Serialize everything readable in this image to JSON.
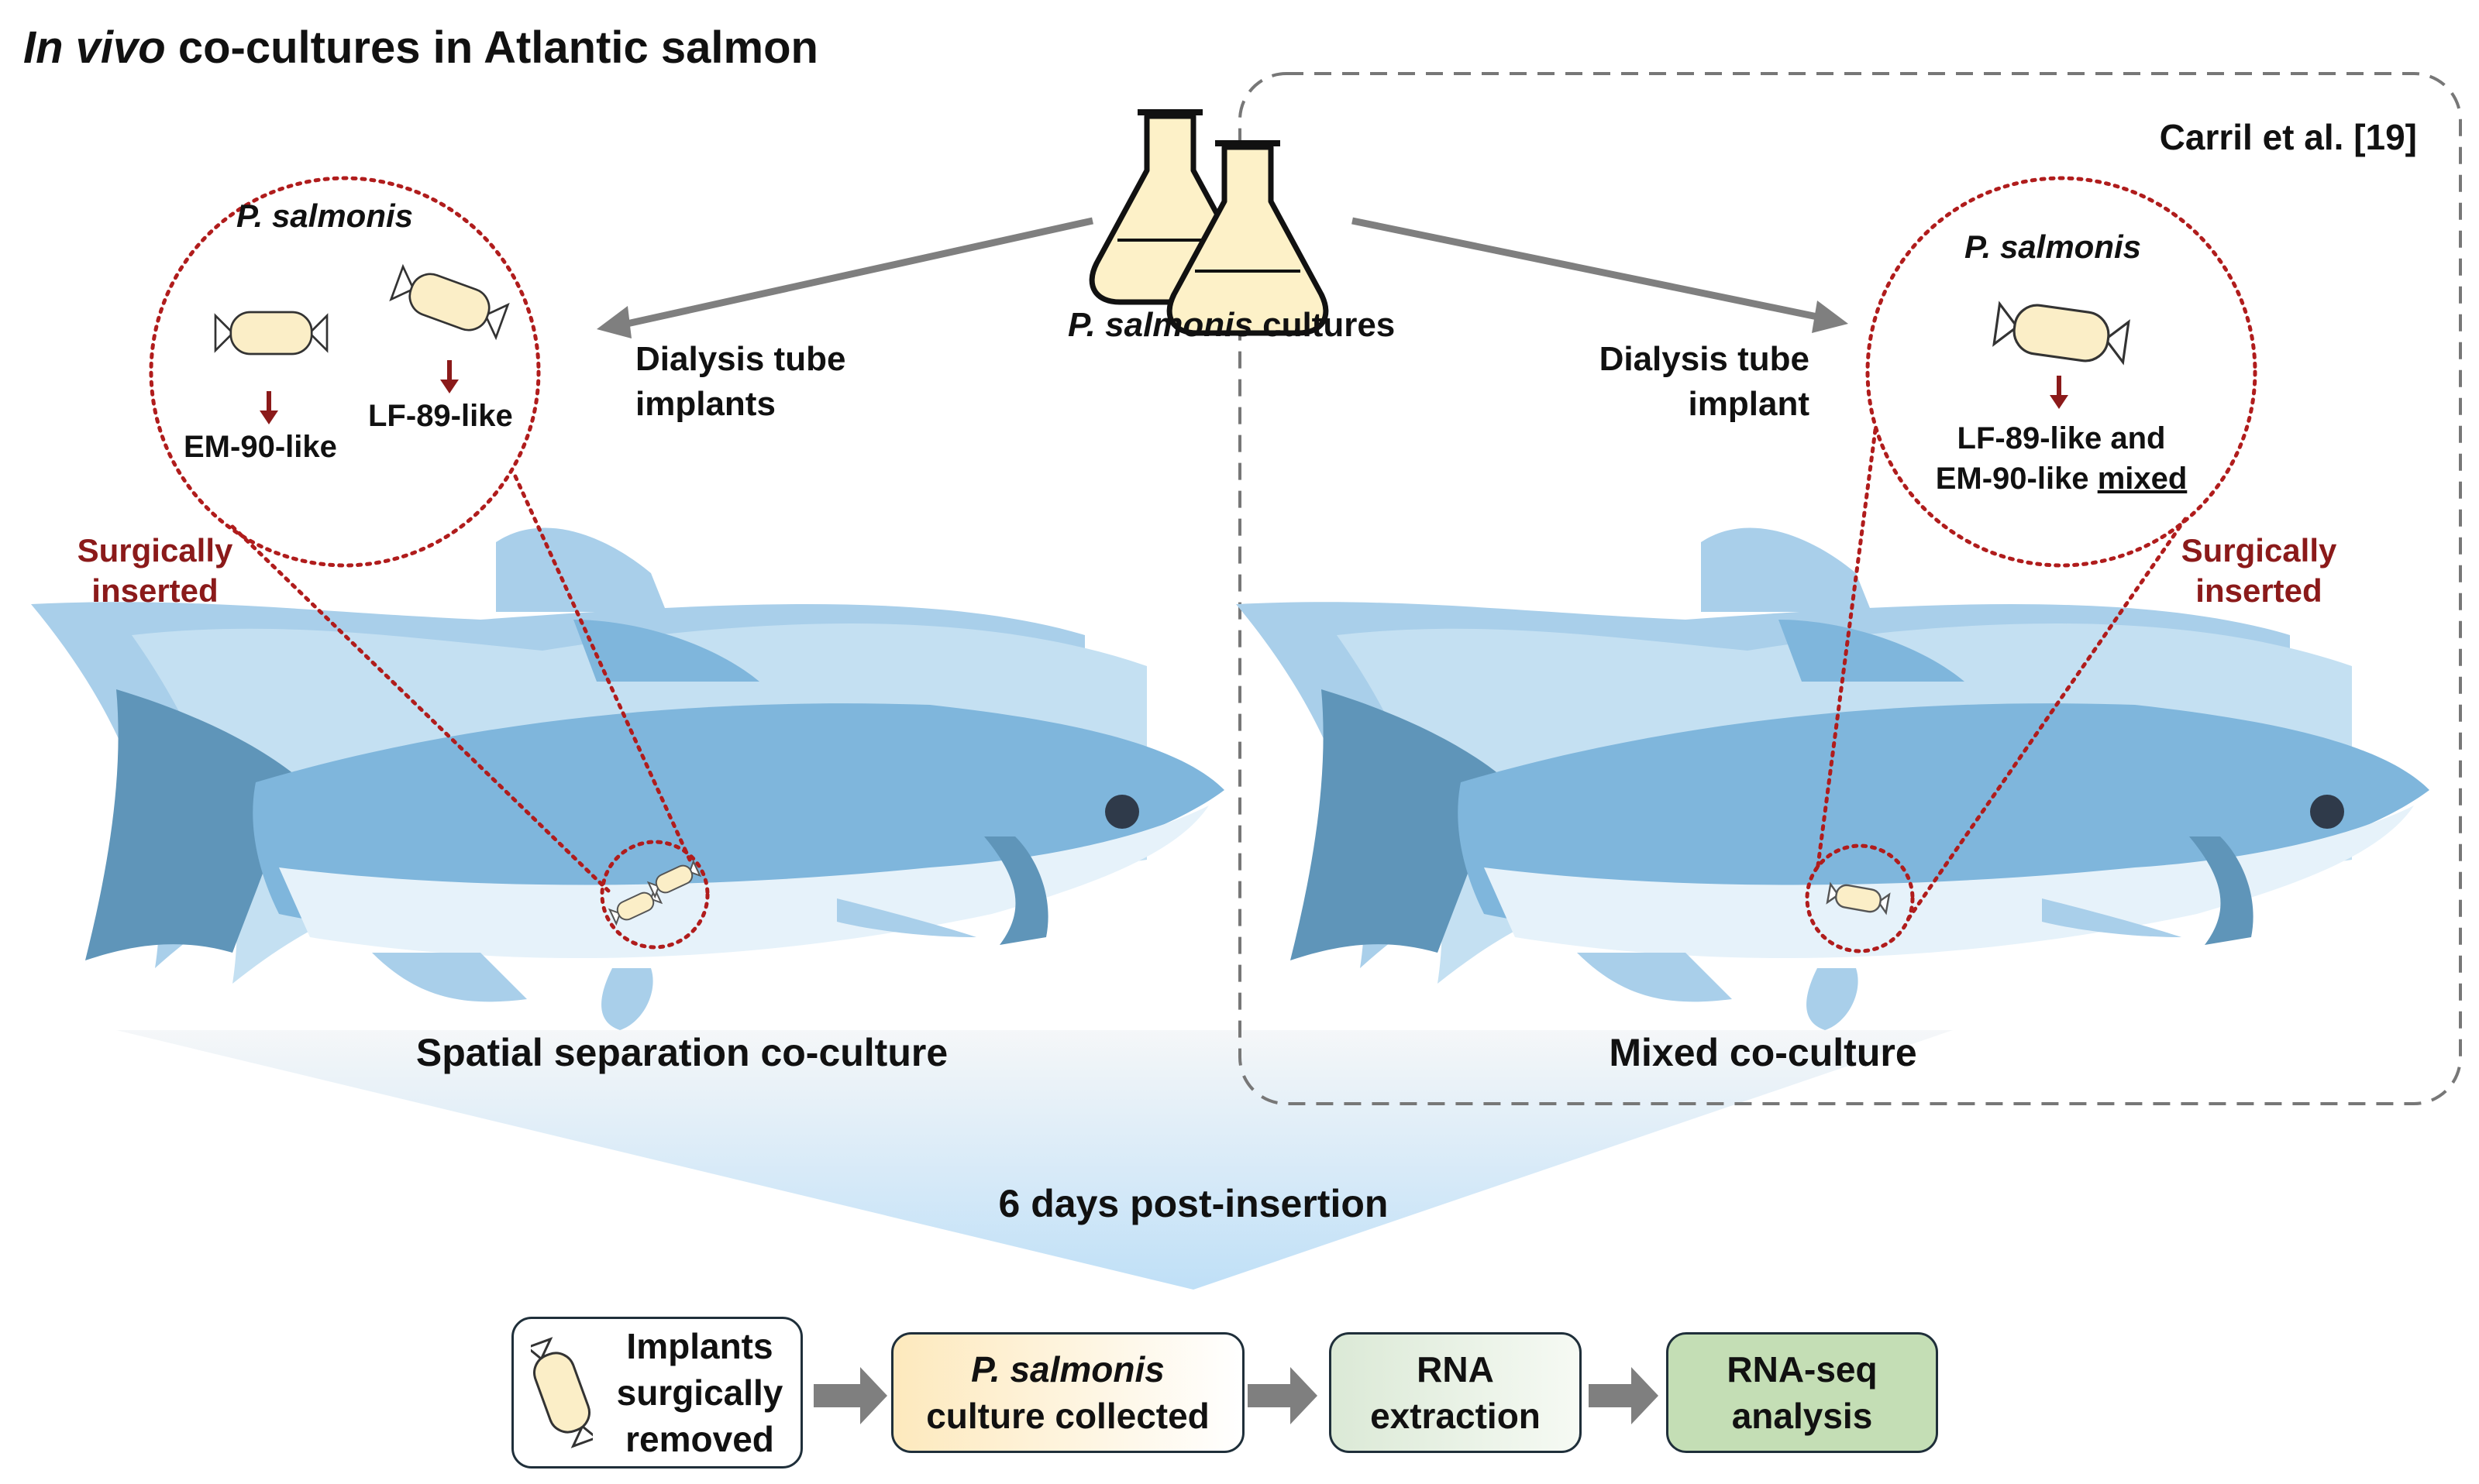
{
  "title": {
    "italic": "In vivo",
    "rest": "co-cultures in Atlantic salmon"
  },
  "reference": "Carril et al. [19]",
  "cultures_label": {
    "italic": "P. salmonis",
    "rest": "cultures"
  },
  "left": {
    "arrow_label_1": "Dialysis tube",
    "arrow_label_2": "implants",
    "zoom_species": "P. salmonis",
    "strain_a": "EM-90-like",
    "strain_b": "LF-89-like",
    "inserted_1": "Surgically",
    "inserted_2": "inserted",
    "caption": "Spatial separation co-culture"
  },
  "right": {
    "arrow_label_1": "Dialysis tube",
    "arrow_label_2": "implant",
    "zoom_species": "P. salmonis",
    "mixed_line1": "LF-89-like and",
    "mixed_line2": "EM-90-like",
    "mixed_word": "mixed",
    "inserted_1": "Surgically",
    "inserted_2": "inserted",
    "caption": "Mixed co-culture"
  },
  "timepoint": "6 days post-insertion",
  "workflow": {
    "step1": [
      "Implants",
      "surgically",
      "removed"
    ],
    "step2_italic": "P. salmonis",
    "step2_rest": "culture collected",
    "step3": [
      "RNA",
      "extraction"
    ],
    "step4": [
      "RNA-seq",
      "analysis"
    ]
  },
  "colors": {
    "fish_dark": "#5f95b9",
    "fish_mid": "#7fb6dc",
    "fish_light": "#a9cfea",
    "fish_belly": "#e6f2fa",
    "dotted_red": "#b01c1c",
    "arrow_gray": "#7f7f7f",
    "box2_fill": "#fff3d6",
    "box3_fill": "#e8f1e6",
    "box4_fill": "#c4deb5"
  }
}
